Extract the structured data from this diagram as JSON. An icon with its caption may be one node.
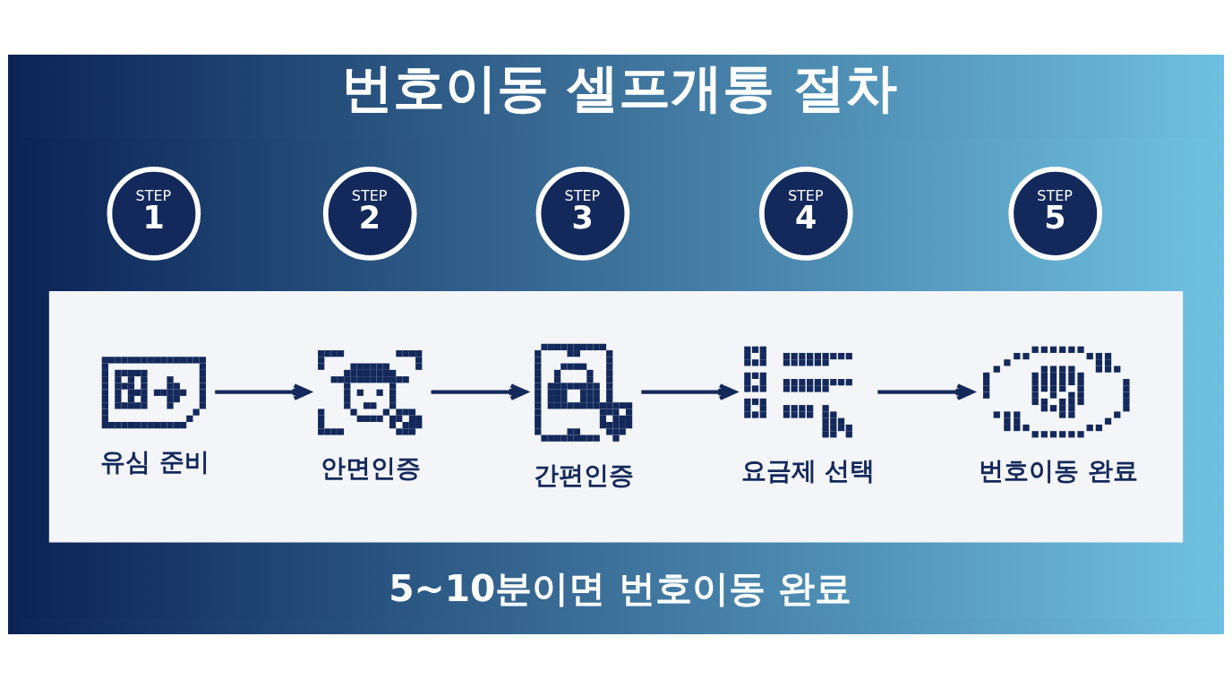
{
  "diagram": {
    "title": "번호이동 셀프개통 절차",
    "caption": "5~10분이면 번호이동 완료",
    "nodes": [
      {
        "text": [
          "STEP",
          "1"
        ]
      },
      {
        "text": [
          "STEP",
          "2"
        ]
      },
      {
        "text": [
          "STEP",
          "3"
        ]
      },
      {
        "text": [
          "STEP",
          "4"
        ]
      },
      {
        "text": [
          "STEP",
          "5"
        ]
      },
      {
        "text": [],
        "shape": "box"
      },
      {
        "text": [],
        "shape": "picture",
        "beside": [
          "유심 준비"
        ],
        "in": 5
      },
      {
        "text": [],
        "shape": "picture",
        "beside": [
          "안면인증"
        ],
        "in": 5
      },
      {
        "text": [],
        "shape": "picture",
        "beside": [
          "간편인증"
        ],
        "in": 5
      },
      {
        "text": [],
        "shape": "picture",
        "beside": [
          "요금제 선택"
        ],
        "in": 5
      },
      {
        "text": [],
        "shape": "picture",
        "beside": [
          "번호이동 완료"
        ],
        "in": 5
      }
    ],
    "edges": [
      {
        "from": 6,
        "to": 7,
        "arrow": "to"
      },
      {
        "from": 7,
        "to": 8,
        "arrow": "to"
      },
      {
        "from": 8,
        "to": 9,
        "arrow": "to"
      },
      {
        "from": 9,
        "to": 10,
        "arrow": "to"
      }
    ]
  }
}
